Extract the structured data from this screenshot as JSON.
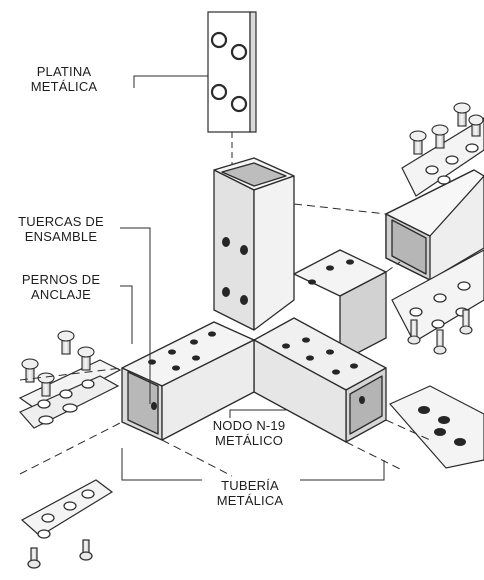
{
  "labels": {
    "platina": {
      "line1": "PLATINA",
      "line2": "METÁLICA"
    },
    "tuercas": {
      "line1": "TUERCAS DE",
      "line2": "ENSAMBLE"
    },
    "pernos": {
      "line1": "PERNOS DE",
      "line2": "ANCLAJE"
    },
    "nodo": {
      "line1": "NODO N-19",
      "line2": "METÁLICO"
    },
    "tuberia": {
      "line1": "TUBERÍA",
      "line2": "METÁLICA"
    }
  },
  "colors": {
    "line": "#2b2b2b",
    "face_light": "#f2f2f2",
    "face_mid": "#dedede",
    "face_dark": "#c4c4c4",
    "hole": "#262626"
  }
}
